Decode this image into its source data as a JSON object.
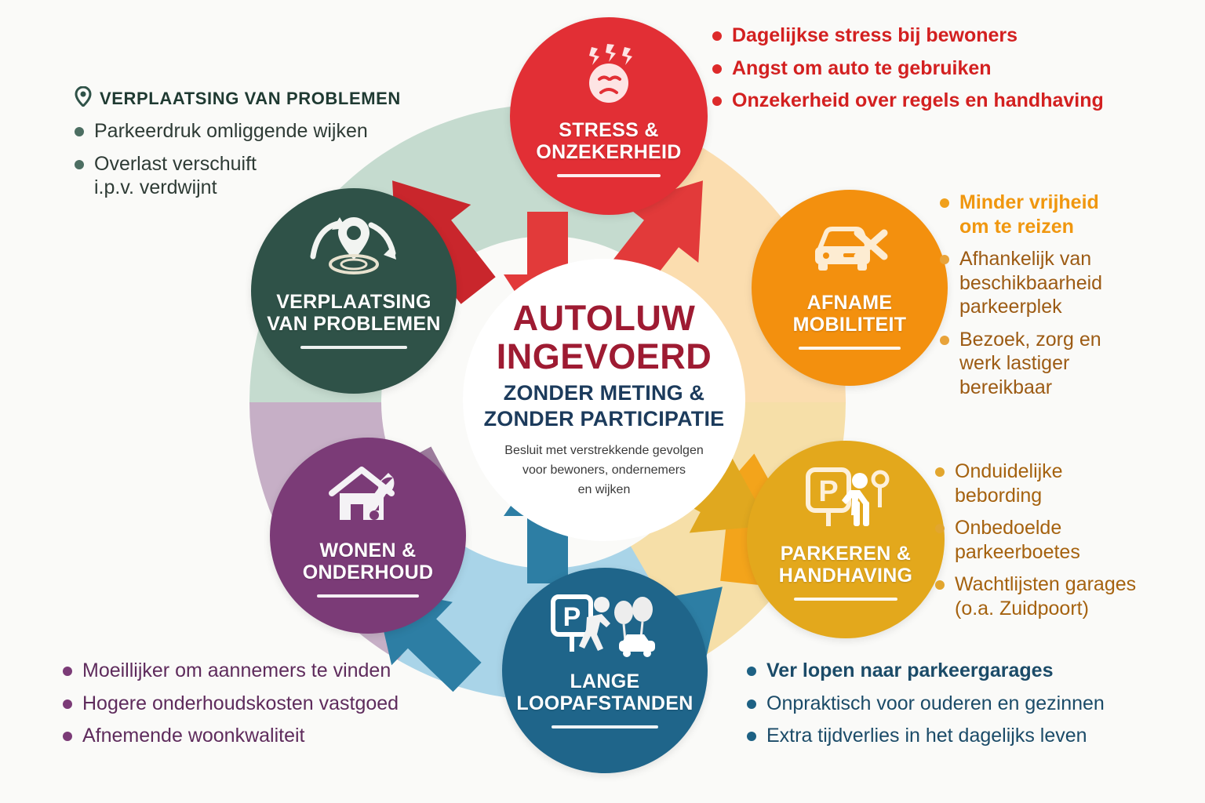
{
  "colors": {
    "background": "#FAFAF8",
    "red": "#E22F35",
    "green": "#2F5248",
    "orange": "#F3900E",
    "amber": "#E3A81C",
    "blue": "#1F658A",
    "purple": "#7B3B77",
    "hub_title": "#9E1B32",
    "hub_subtitle": "#1C3B5C"
  },
  "hub": {
    "line1": "AUTOLUW",
    "line2": "INGEVOERD",
    "line3a": "ZONDER METING &",
    "line3b": "ZONDER PARTICIPATIE",
    "sub1": "Besluit met verstrekkende gevolgen",
    "sub2": "voor bewoners, ondernemers",
    "sub3": "en wijken"
  },
  "nodes": [
    {
      "id": "stress",
      "icon": "stressed-face-icon",
      "line1": "STRESS &",
      "line2": "ONZEKERHEID",
      "color": "#E22F35"
    },
    {
      "id": "verpl",
      "icon": "location-pin-arrows-icon",
      "line1": "VERPLAATSING",
      "line2": "VAN PROBLEMEN",
      "color": "#2F5248"
    },
    {
      "id": "afname",
      "icon": "car-crossed-out-icon",
      "line1": "AFNAME",
      "line2": "MOBILITEIT",
      "color": "#F3900E"
    },
    {
      "id": "parkeren",
      "icon": "parking-sign-pedestrian-icon",
      "line1": "PARKEREN &",
      "line2": "HANDHAVING",
      "color": "#E3A81C"
    },
    {
      "id": "lange",
      "icon": "parking-pedestrian-balloons-car-icon",
      "line1": "LANGE",
      "line2": "LOOPAFSTANDEN",
      "color": "#1F658A"
    },
    {
      "id": "wonen",
      "icon": "house-wrench-icon",
      "line1": "WONEN &",
      "line2": "ONDERHOUD",
      "color": "#7B3B77"
    }
  ],
  "blocks": {
    "verplaatsing": {
      "heading": "VERPLAATSING VAN PROBLEMEN",
      "heading_icon": "location-pin-icon",
      "items": [
        "Parkeerdruk omliggende wijken",
        "Overlast verschuift\ni.p.v. verdwijnt"
      ]
    },
    "stress": {
      "items": [
        "Dagelijkse stress bij bewoners",
        "Angst om auto te gebruiken",
        "Onzekerheid over regels en handhaving"
      ]
    },
    "afname": {
      "items": [
        "Minder vrijheid\nom te reizen",
        "Afhankelijk van\nbeschikbaarheid\nparkeerplek",
        "Bezoek, zorg en\nwerk lastiger\nbereikbaar"
      ]
    },
    "parkeren": {
      "items": [
        "Onduidelijke\nbebording",
        "Onbedoelde\nparkeerboetes",
        "Wachtlijsten garages\n(o.a. Zuidpoort)"
      ]
    },
    "lange": {
      "items": [
        "Ver lopen naar parkeergarages",
        "Onpraktisch voor ouderen en gezinnen",
        "Extra tijdverlies in het dagelijks leven"
      ]
    },
    "wonen": {
      "items": [
        "Moeillijker om aannemers te vinden",
        "Hogere onderhoudskosten vastgoed",
        "Afnemende woonkwaliteit"
      ]
    }
  }
}
